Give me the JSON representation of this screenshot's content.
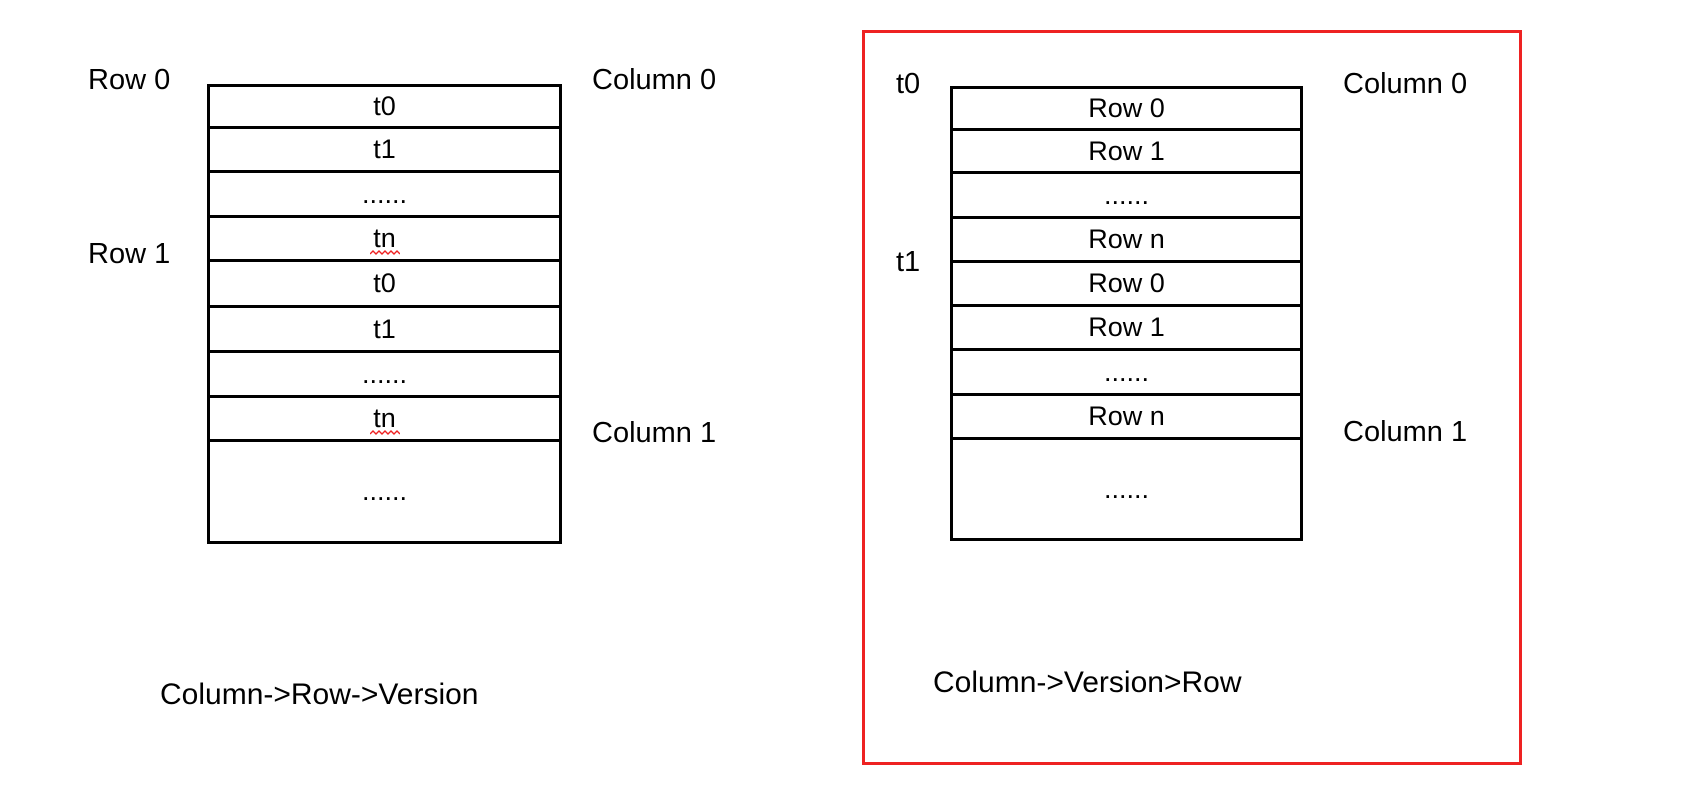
{
  "diagrams": [
    {
      "id": "column-row-version",
      "highlighted": false,
      "caption": "Column->Row->Version",
      "left_labels": [
        {
          "text": "Row 0"
        },
        {
          "text": "Row 1"
        }
      ],
      "right_labels": [
        {
          "text": "Column 0"
        },
        {
          "text": "Column 1"
        }
      ],
      "cells": [
        {
          "text": "t0",
          "squiggly": false
        },
        {
          "text": "t1",
          "squiggly": false
        },
        {
          "text": "......",
          "squiggly": false
        },
        {
          "text": "tn",
          "squiggly": true
        },
        {
          "text": "t0",
          "squiggly": false
        },
        {
          "text": "t1",
          "squiggly": false
        },
        {
          "text": "......",
          "squiggly": false
        },
        {
          "text": "tn",
          "squiggly": true
        },
        {
          "text": "......",
          "squiggly": false
        }
      ]
    },
    {
      "id": "column-version-row",
      "highlighted": true,
      "highlight_color": "#ee2222",
      "caption": "Column->Version>Row",
      "left_labels": [
        {
          "text": "t0"
        },
        {
          "text": "t1"
        }
      ],
      "right_labels": [
        {
          "text": "Column 0"
        },
        {
          "text": "Column 1"
        }
      ],
      "cells": [
        {
          "text": "Row 0",
          "squiggly": false
        },
        {
          "text": "Row 1",
          "squiggly": false
        },
        {
          "text": "......",
          "squiggly": false
        },
        {
          "text": "Row n",
          "squiggly": false
        },
        {
          "text": "Row 0",
          "squiggly": false
        },
        {
          "text": "Row 1",
          "squiggly": false
        },
        {
          "text": "......",
          "squiggly": false
        },
        {
          "text": "Row n",
          "squiggly": false
        },
        {
          "text": "......",
          "squiggly": false
        }
      ]
    }
  ],
  "colors": {
    "stroke": "#000000",
    "highlight": "#ee2222",
    "background": "#ffffff",
    "squiggle": "#ee2222"
  }
}
